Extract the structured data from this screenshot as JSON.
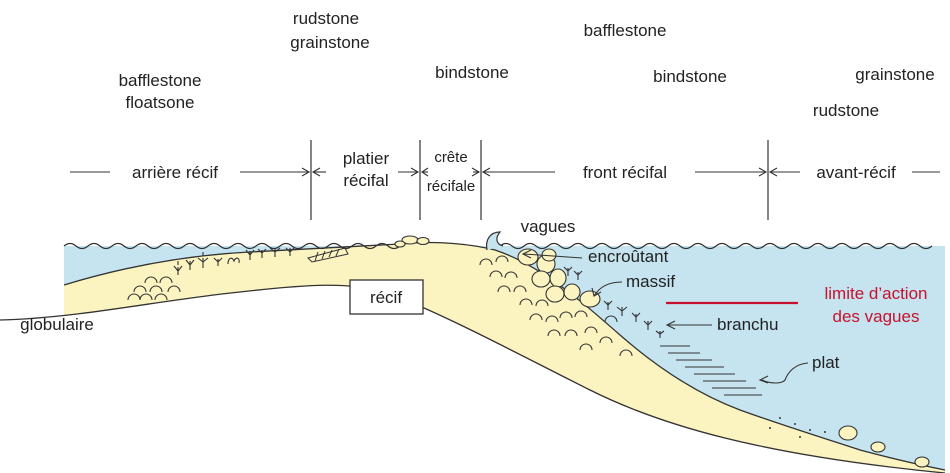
{
  "colors": {
    "water": "#c5e4ef",
    "sediment": "#fbf3c0",
    "outline": "#333333",
    "wave_limit": "#c8102e",
    "text": "#222222"
  },
  "facies": {
    "arriere_recif": [
      "bafflestone",
      "floatsone"
    ],
    "platier": [
      "rudstone",
      "grainstone"
    ],
    "crete": [
      "bindstone"
    ],
    "front_1": [
      "bafflestone"
    ],
    "front_2": [
      "bindstone"
    ],
    "avant_1": [
      "grainstone"
    ],
    "avant_2": [
      "rudstone"
    ]
  },
  "zones": {
    "arriere_recif": "arrière récif",
    "platier": [
      "platier",
      "récifal"
    ],
    "crete": [
      "crête",
      "récifale"
    ],
    "front": "front récifal",
    "avant": "avant-récif"
  },
  "labels": {
    "vagues": "vagues",
    "encroutant": "encroûtant",
    "massif": "massif",
    "branchu": "branchu",
    "plat": "plat",
    "globulaire": "globulaire",
    "recif": "récif",
    "wave_limit": [
      "limite d’action",
      "des vagues"
    ]
  }
}
